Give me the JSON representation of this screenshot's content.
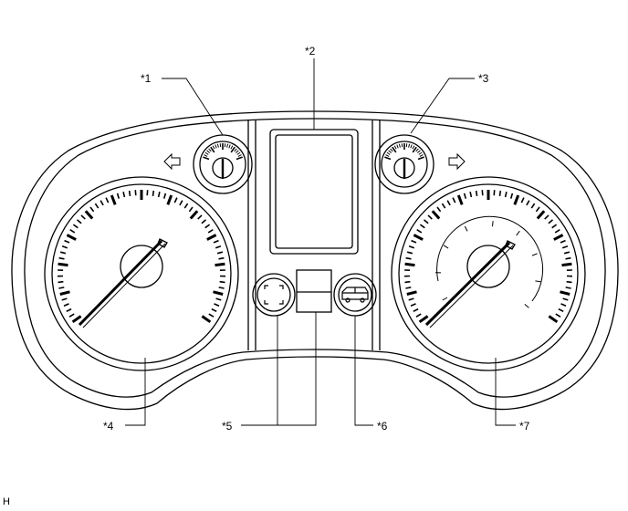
{
  "callouts": {
    "c1": "*1",
    "c2": "*2",
    "c3": "*3",
    "c4": "*4",
    "c5": "*5",
    "c6": "*6",
    "c7": "*7"
  },
  "corner_code": "H",
  "colors": {
    "stroke": "#000000",
    "background": "#ffffff"
  },
  "icons": {
    "left_turn": "arrow-left-icon",
    "right_turn": "arrow-right-icon",
    "left_button": "dashed-square-icon",
    "right_button": "vehicle-icon"
  }
}
